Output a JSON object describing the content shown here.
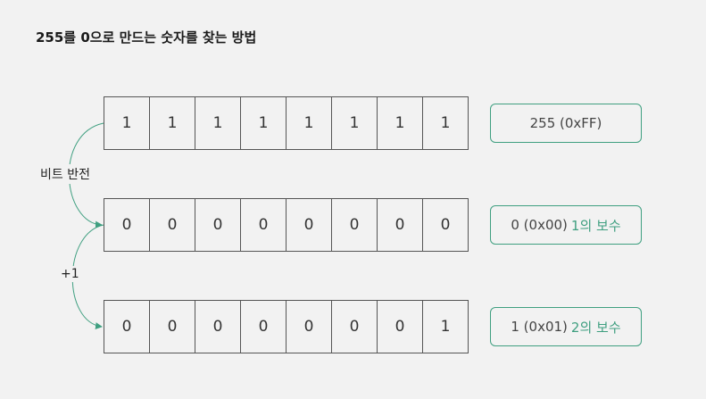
{
  "title": "255를 0으로 만드는 숫자를 찾는 방법",
  "rows": [
    {
      "bits": [
        "1",
        "1",
        "1",
        "1",
        "1",
        "1",
        "1",
        "1"
      ],
      "label": "255 (0xFF)",
      "note": ""
    },
    {
      "bits": [
        "0",
        "0",
        "0",
        "0",
        "0",
        "0",
        "0",
        "0"
      ],
      "label": "0 (0x00)",
      "note": "1의 보수"
    },
    {
      "bits": [
        "0",
        "0",
        "0",
        "0",
        "0",
        "0",
        "0",
        "1"
      ],
      "label": "1 (0x01)",
      "note": "2의 보수"
    }
  ],
  "arrows": {
    "bit_flip": "비트 반전",
    "plus_one": "+1"
  },
  "colors": {
    "accent": "#3f9f80",
    "border": "#555555",
    "background": "#f2f2f2"
  }
}
